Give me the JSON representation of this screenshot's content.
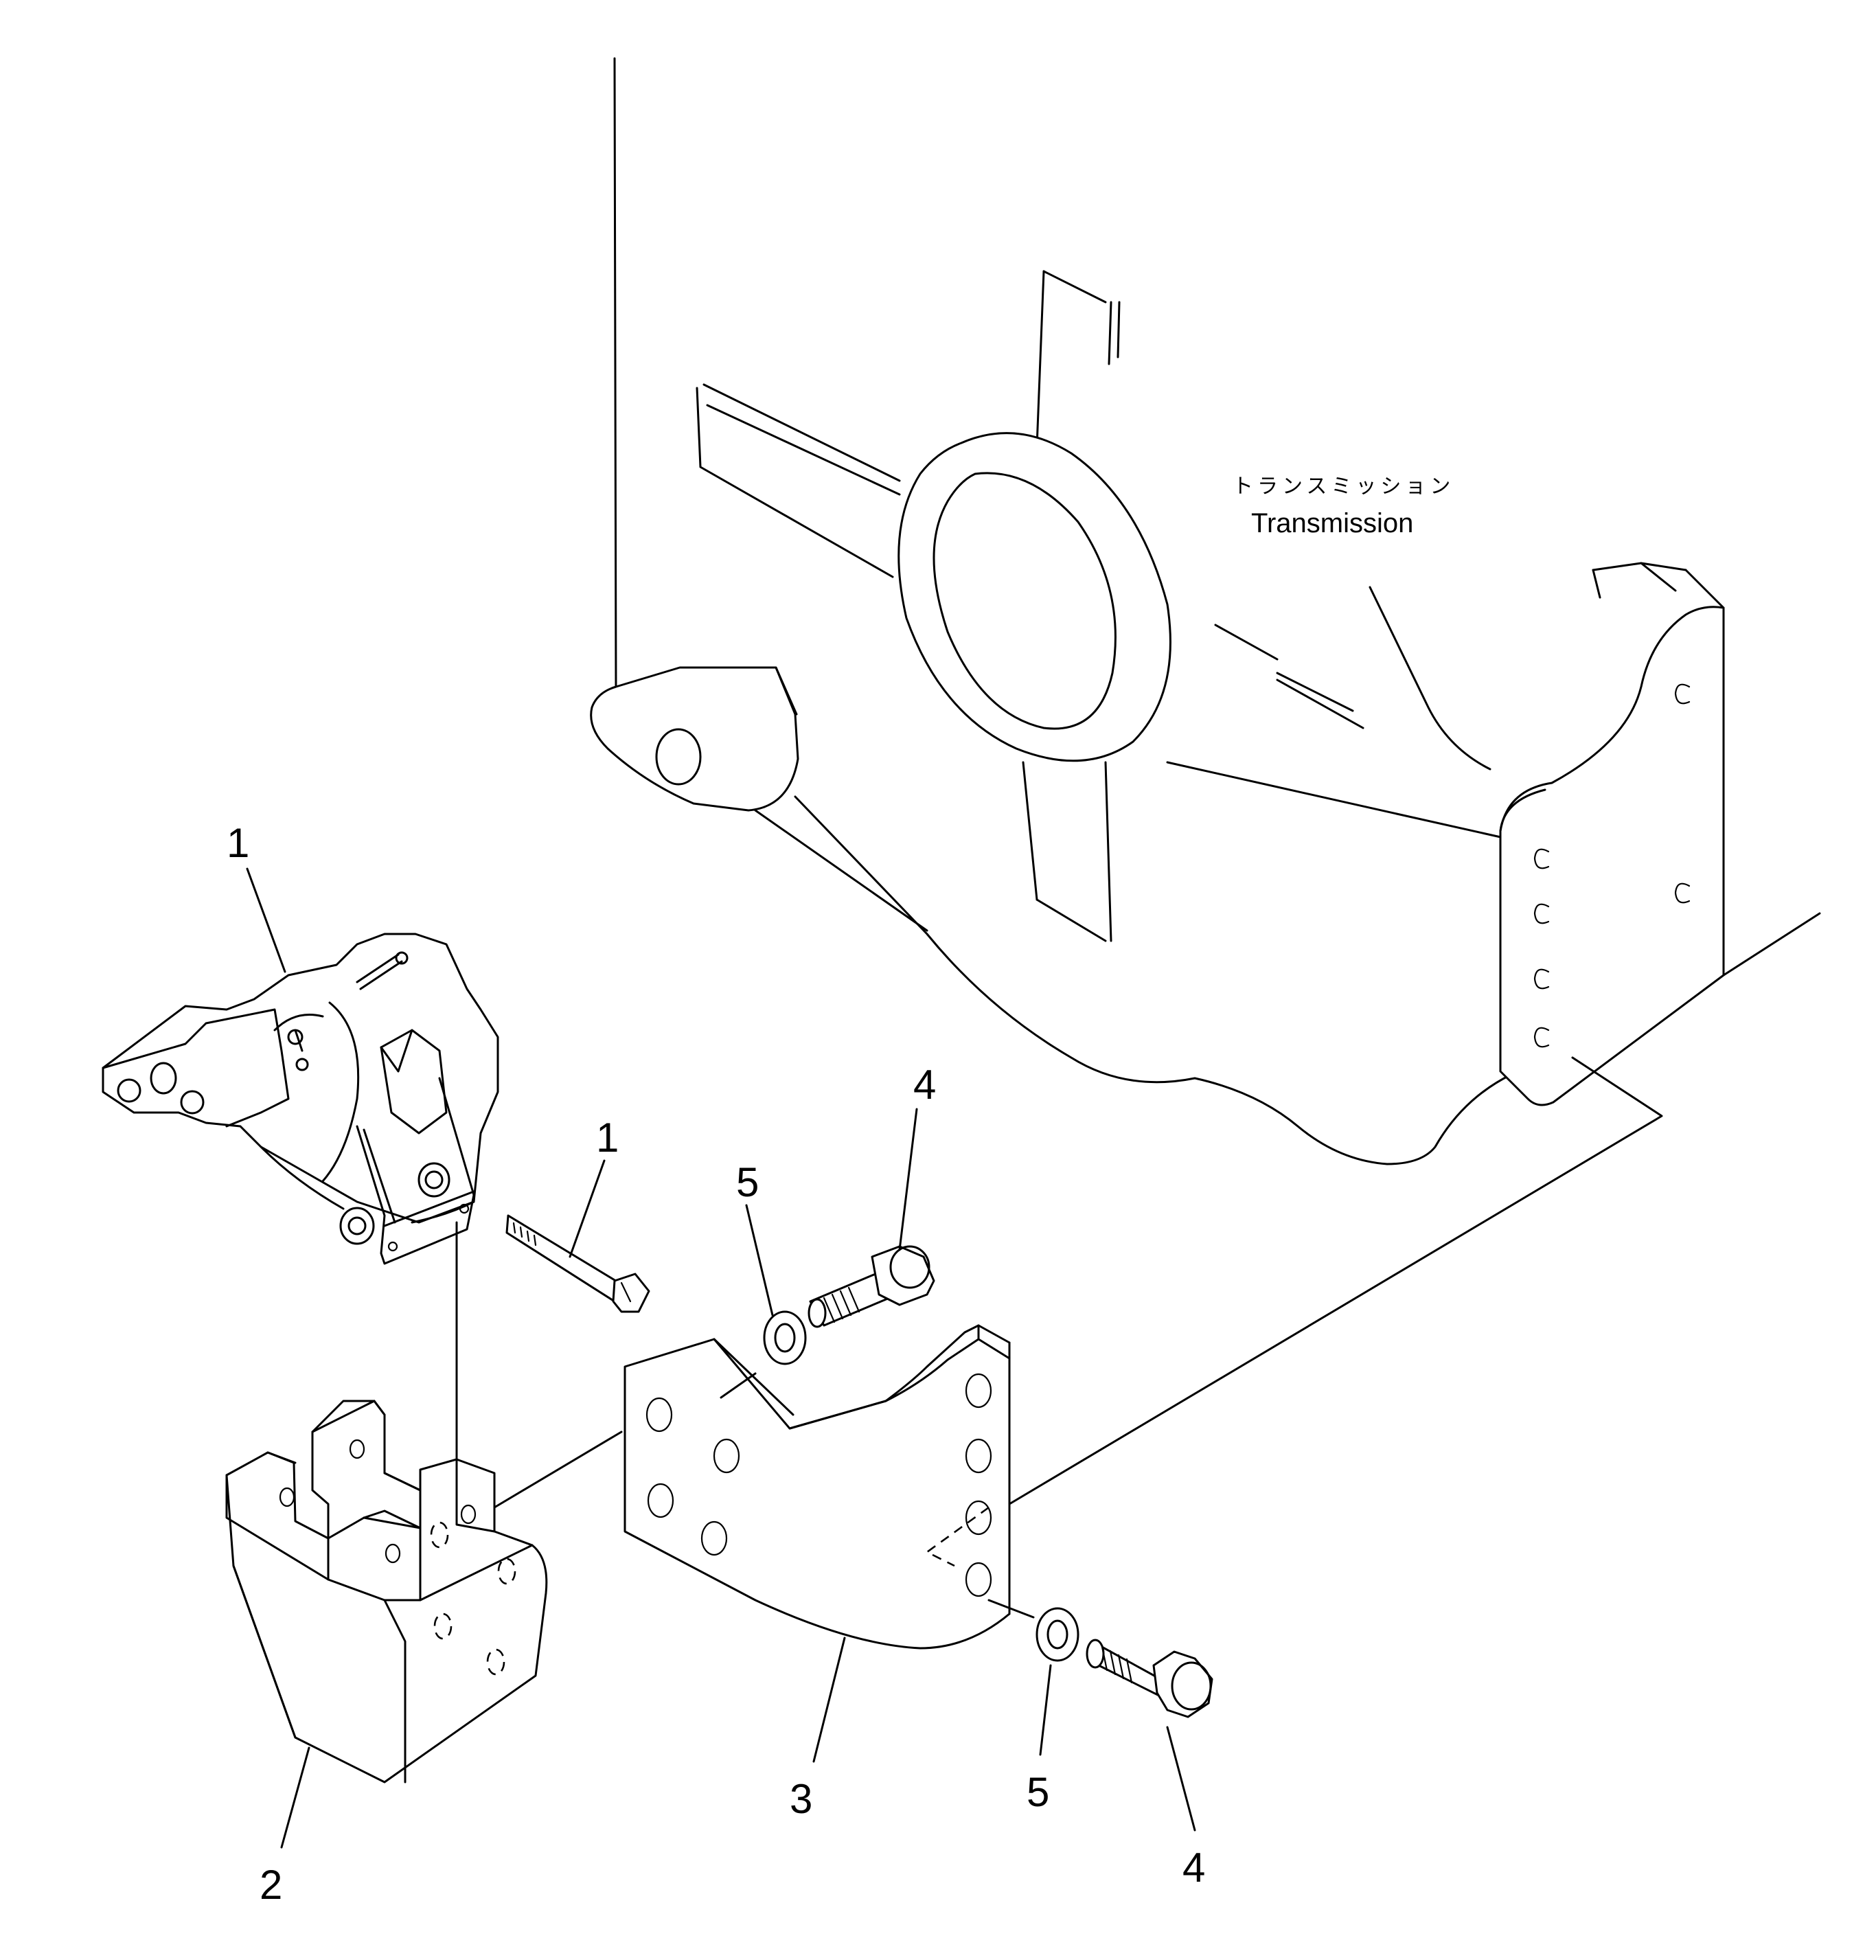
{
  "diagram": {
    "labels": {
      "transmission_jp": "トランスミッション",
      "transmission_en": "Transmission"
    },
    "callouts": {
      "c1_top": "1",
      "c1_bolt": "1",
      "c2": "2",
      "c3": "3",
      "c4_top": "4",
      "c4_bottom": "4",
      "c5_top": "5",
      "c5_bottom": "5"
    }
  }
}
